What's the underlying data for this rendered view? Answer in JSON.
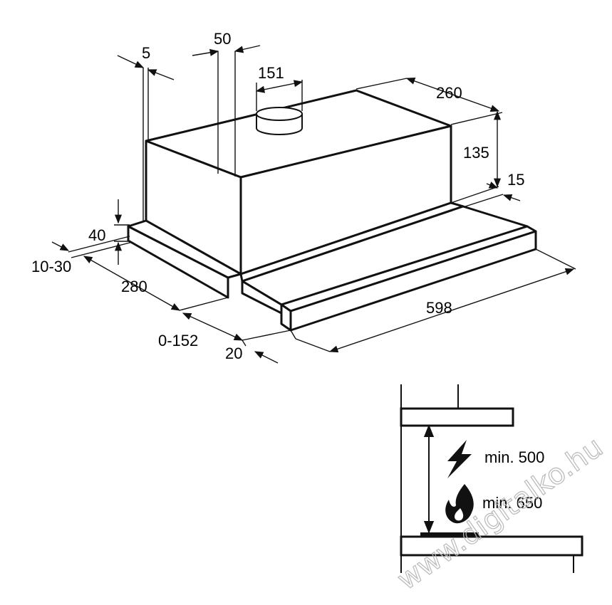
{
  "dimensions": {
    "d5": "5",
    "d50": "50",
    "d151": "151",
    "d260": "260",
    "d135": "135",
    "d15": "15",
    "d40": "40",
    "d10_30": "10-30",
    "d280": "280",
    "d598": "598",
    "d0_152": "0-152",
    "d20": "20"
  },
  "clearance": {
    "electric_label": "min. 500",
    "gas_label": "min. 650",
    "electric_icon": "lightning-bolt-icon",
    "gas_icon": "flame-icon"
  },
  "watermark": "www.digitalko.hu"
}
